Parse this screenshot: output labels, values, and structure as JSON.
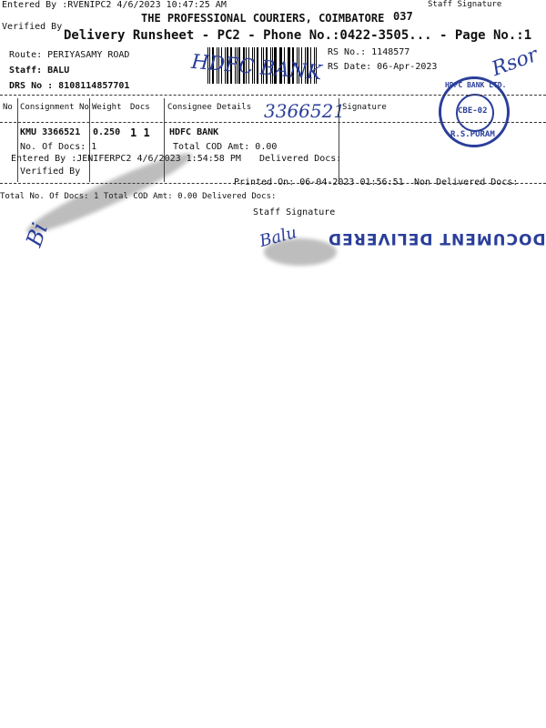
{
  "header": {
    "entered_by": "Entered By :RVENIPC2 4/6/2023 10:47:25 AM",
    "verified_by": "Verified By",
    "company": "THE PROFESSIONAL COURIERS, COIMBATORE",
    "branch_code": "037",
    "staff_signature_overlay": "Staff Signature",
    "title": "Delivery Runsheet - PC2 - Phone No.:0422-3505... - Page No.:1",
    "route": "Route: PERIYASAMY ROAD",
    "staff": "Staff: BALU",
    "drs_no": "DRS No : 8108114857701",
    "rs_no": "RS No.: 1148577",
    "rs_date": "RS Date: 06-Apr-2023"
  },
  "table": {
    "headers": [
      "No",
      "Consignment No",
      "Weight",
      "Docs",
      "Consignee Details",
      "Signature"
    ],
    "rows": [
      {
        "consignment": "KMU 3366521",
        "weight": "0.250",
        "docs": "1 1",
        "consignee": "HDFC BANK"
      }
    ]
  },
  "footer": {
    "no_of_docs": "No. Of Docs:   1",
    "entered_by": "Entered By :JENIFERPC2 4/6/2023 1:54:58 PM",
    "total_cod": "Total COD Amt:     0.00",
    "delivered_docs": "Delivered Docs:",
    "verified_by": "Verified By",
    "printed_on": "Printed On: 06-04-2023 01:56:51",
    "non_delivered_docs": "Non Delivered Docs:",
    "total_docs": "Total No. Of Docs:  1      Total COD Amt:     0.00    Delivered Docs:",
    "staff_signature": "Staff Signature"
  },
  "handwriting": {
    "hdfc_bank": "HDFC BANK",
    "consignment_note": "3366521",
    "rsor": "Rsor",
    "balu": "Balu",
    "initials": "Bi"
  },
  "stamp": {
    "bank": "HDFC BANK LTD.",
    "code": "CBE-02",
    "branch": "R.S.PURAM"
  },
  "delivered_stamp": "DOCUMENT DELIVERED"
}
